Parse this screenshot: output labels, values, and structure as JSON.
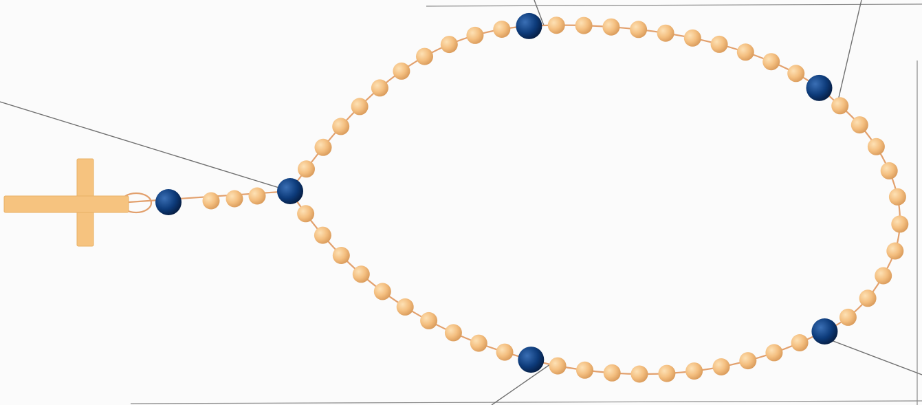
{
  "colors": {
    "small_bead": "#f4bf80",
    "large_bead": "#0d3b7a",
    "chain": "#e2a06d",
    "cross": "#f6c37f",
    "leader_line": "#6f6f6f",
    "background": "#fbfbfb"
  },
  "rosary": {
    "pendant_small_beads": 3,
    "loop_decade_beads": 10,
    "loop_decades": 5,
    "large_beads": 6
  }
}
